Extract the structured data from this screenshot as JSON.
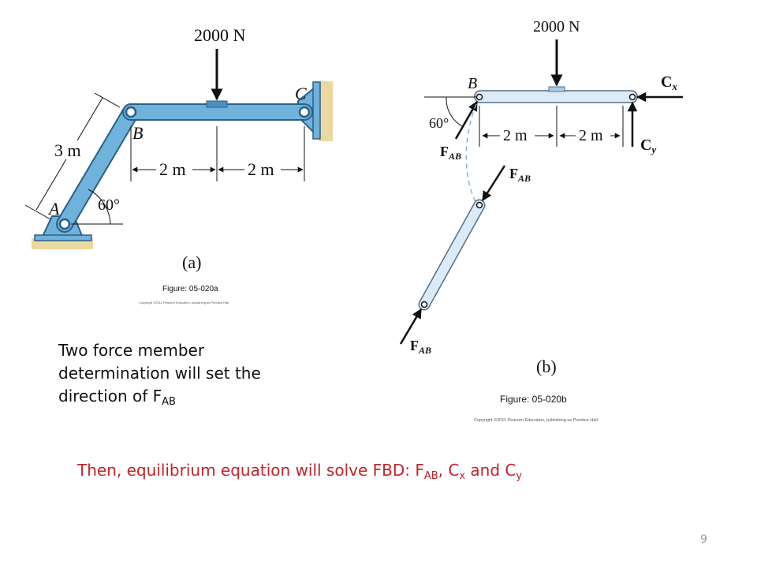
{
  "slide": {
    "page_number": "9",
    "note": {
      "line1": "Two force member",
      "line2": "determination will set the",
      "line3": "direction of F",
      "sub": "AB"
    },
    "conclusion": {
      "text1": "Then, equilibrium equation will solve FBD: F",
      "sub1": "AB",
      "text2": ", C",
      "sub2": "x",
      "text3": " and C",
      "sub3": "y"
    }
  },
  "figure_a": {
    "load": "2000 N",
    "label_a": "A",
    "label_b": "B",
    "label_c": "C",
    "length_ab": "3 m",
    "dim_left": "2 m",
    "dim_right": "2 m",
    "angle": "60°",
    "part": "(a)",
    "caption": "Figure: 05-020a",
    "copyright": "Copyright ©2011 Pearson Education, publishing as Prentice Hall"
  },
  "figure_b": {
    "load": "2000 N",
    "label_b": "B",
    "cx": "C",
    "cx_sub": "x",
    "cy": "C",
    "cy_sub": "y",
    "fab": "F",
    "fab_sub": "AB",
    "dim_left": "2 m",
    "dim_right": "2 m",
    "angle": "60°",
    "part": "(b)",
    "caption": "Figure: 05-020b",
    "copyright": "Copyright ©2011 Pearson Education, publishing as Prentice Hall"
  },
  "colors": {
    "member_fill": "#6fb2dc",
    "member_stroke": "#2a5f86",
    "fbd_fill": "#dcebf6",
    "fbd_stroke": "#546f86",
    "conclusion": "#c0232a",
    "dashed": "#7fb6de"
  }
}
